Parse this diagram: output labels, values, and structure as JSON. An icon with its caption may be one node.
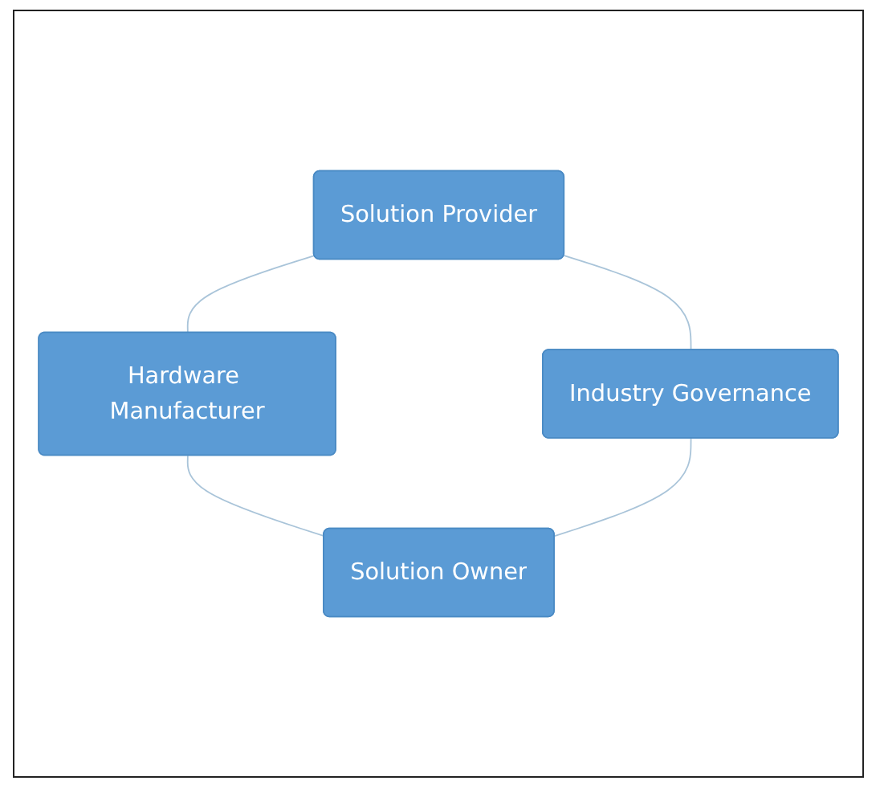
{
  "diagram": {
    "nodes": [
      {
        "text": [
          "Solution Provider"
        ]
      },
      {
        "text": [
          "Hardware Manufacturer"
        ]
      },
      {
        "text": [
          "Industry Governance"
        ]
      },
      {
        "text": [
          "Solution Owner"
        ]
      }
    ],
    "edges": [
      {
        "from": 0,
        "to": 1,
        "arrow": "none"
      },
      {
        "from": 0,
        "to": 2,
        "arrow": "none"
      },
      {
        "from": 1,
        "to": 3,
        "arrow": "none"
      },
      {
        "from": 2,
        "to": 3,
        "arrow": "none"
      }
    ]
  }
}
